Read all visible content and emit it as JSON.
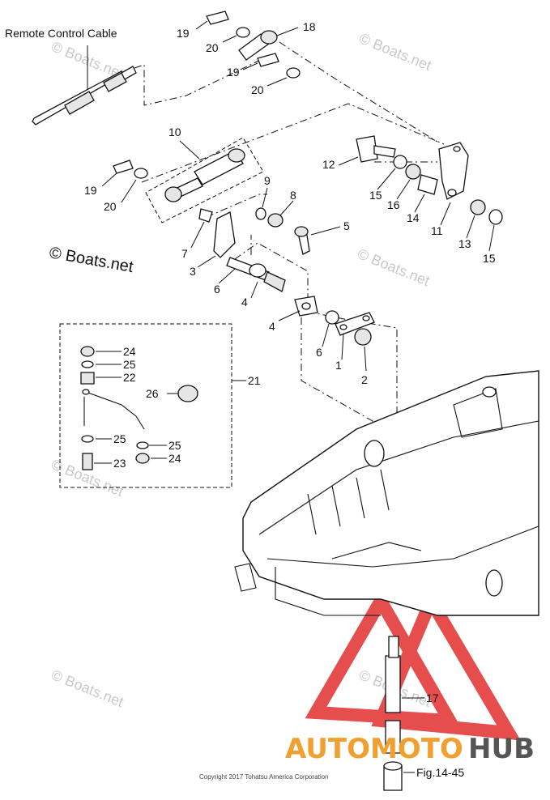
{
  "diagram": {
    "cable_label": "Remote Control Cable",
    "part_numbers": {
      "p1": "1",
      "p2": "2",
      "p3": "3",
      "p4a": "4",
      "p4b": "4",
      "p5": "5",
      "p6a": "6",
      "p6b": "6",
      "p7": "7",
      "p8": "8",
      "p9": "9",
      "p10": "10",
      "p11": "11",
      "p12": "12",
      "p13": "13",
      "p14": "14",
      "p15a": "15",
      "p15b": "15",
      "p16": "16",
      "p17": "17",
      "p18": "18",
      "p19a": "19",
      "p19b": "19",
      "p19c": "19",
      "p20a": "20",
      "p20b": "20",
      "p20c": "20",
      "p21": "21",
      "p22": "22",
      "p23": "23",
      "p24a": "24",
      "p24b": "24",
      "p25a": "25",
      "p25b": "25",
      "p25c": "25",
      "p26": "26"
    },
    "figure_ref": "Fig.14-45",
    "watermark_main": "© Boats.net",
    "watermark_faint": "© Boats.net",
    "copyright": "Copyright 2017 Tohatsu America Corporation",
    "brand": {
      "part1": "AUTOMOTO",
      "part2": "HUB"
    },
    "colors": {
      "brand_orange": "#f0a030",
      "brand_gray": "#555555",
      "logo_red": "#e23030"
    }
  }
}
